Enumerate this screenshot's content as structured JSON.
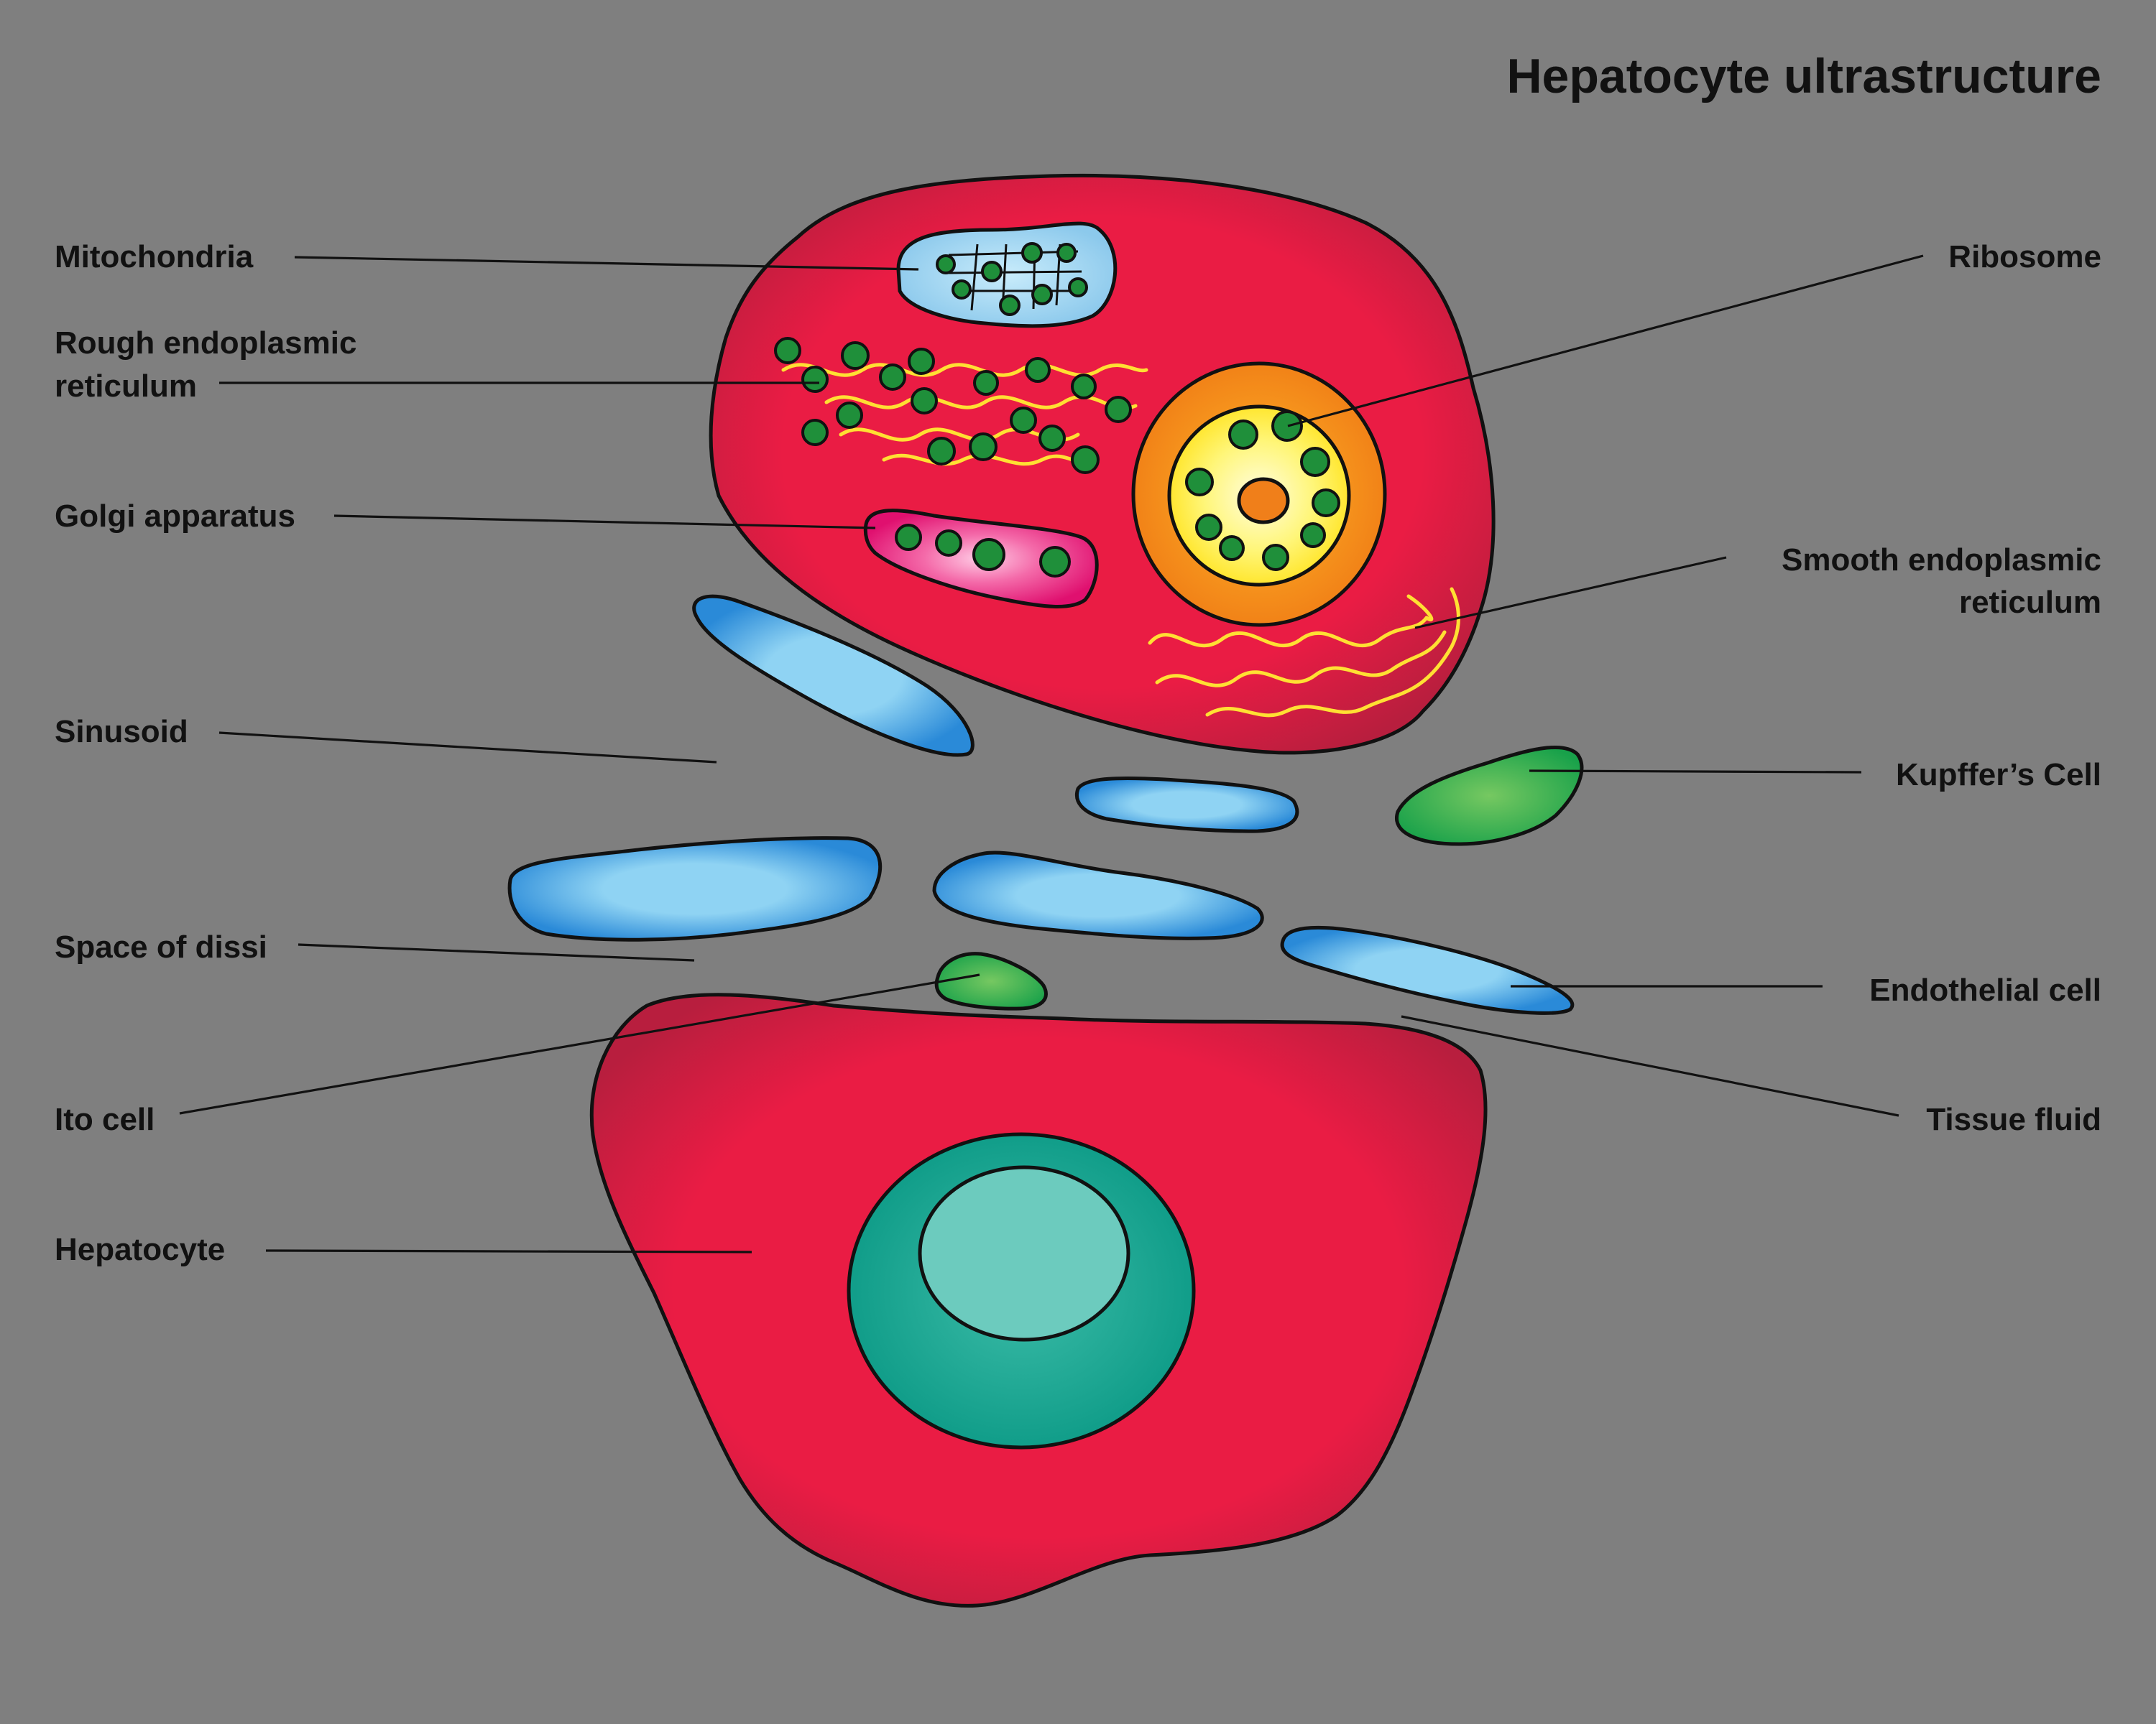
{
  "title": "Hepatocyte ultrastructure",
  "labels": {
    "mitochondria": "Mitochondria",
    "rough_er_1": "Rough endoplasmic",
    "rough_er_2": "reticulum",
    "golgi": "Golgi apparatus",
    "sinusoid": "Sinusoid",
    "space_of_dissi": "Space of dissi",
    "ito_cell": "Ito cell",
    "hepatocyte": "Hepatocyte",
    "ribosome": "Ribosome",
    "smooth_er_1": "Smooth endoplasmic",
    "smooth_er_2": "reticulum",
    "kupffer": "Kupffer’s Cell",
    "endothelial": "Endothelial cell",
    "tissue_fluid": "Tissue fluid"
  },
  "colors": {
    "background": "#7f7f7f",
    "hepatocyte_red": "#ea1c44",
    "hepatocyte_dark": "#b81e3e",
    "endothelial_blue": "#3a9be0",
    "endothelial_light": "#8fd3f3",
    "green_cell": "#4fb84d",
    "nucleus_teal": "#1aa896",
    "nucleolus_teal": "#6ccbbe",
    "nucleus_orange": "#f28a1c",
    "nucleus_yellow": "#fff23a",
    "golgi_magenta": "#e8157b",
    "er_yellow": "#ffe033",
    "ribosome_green": "#1f8f3a"
  }
}
